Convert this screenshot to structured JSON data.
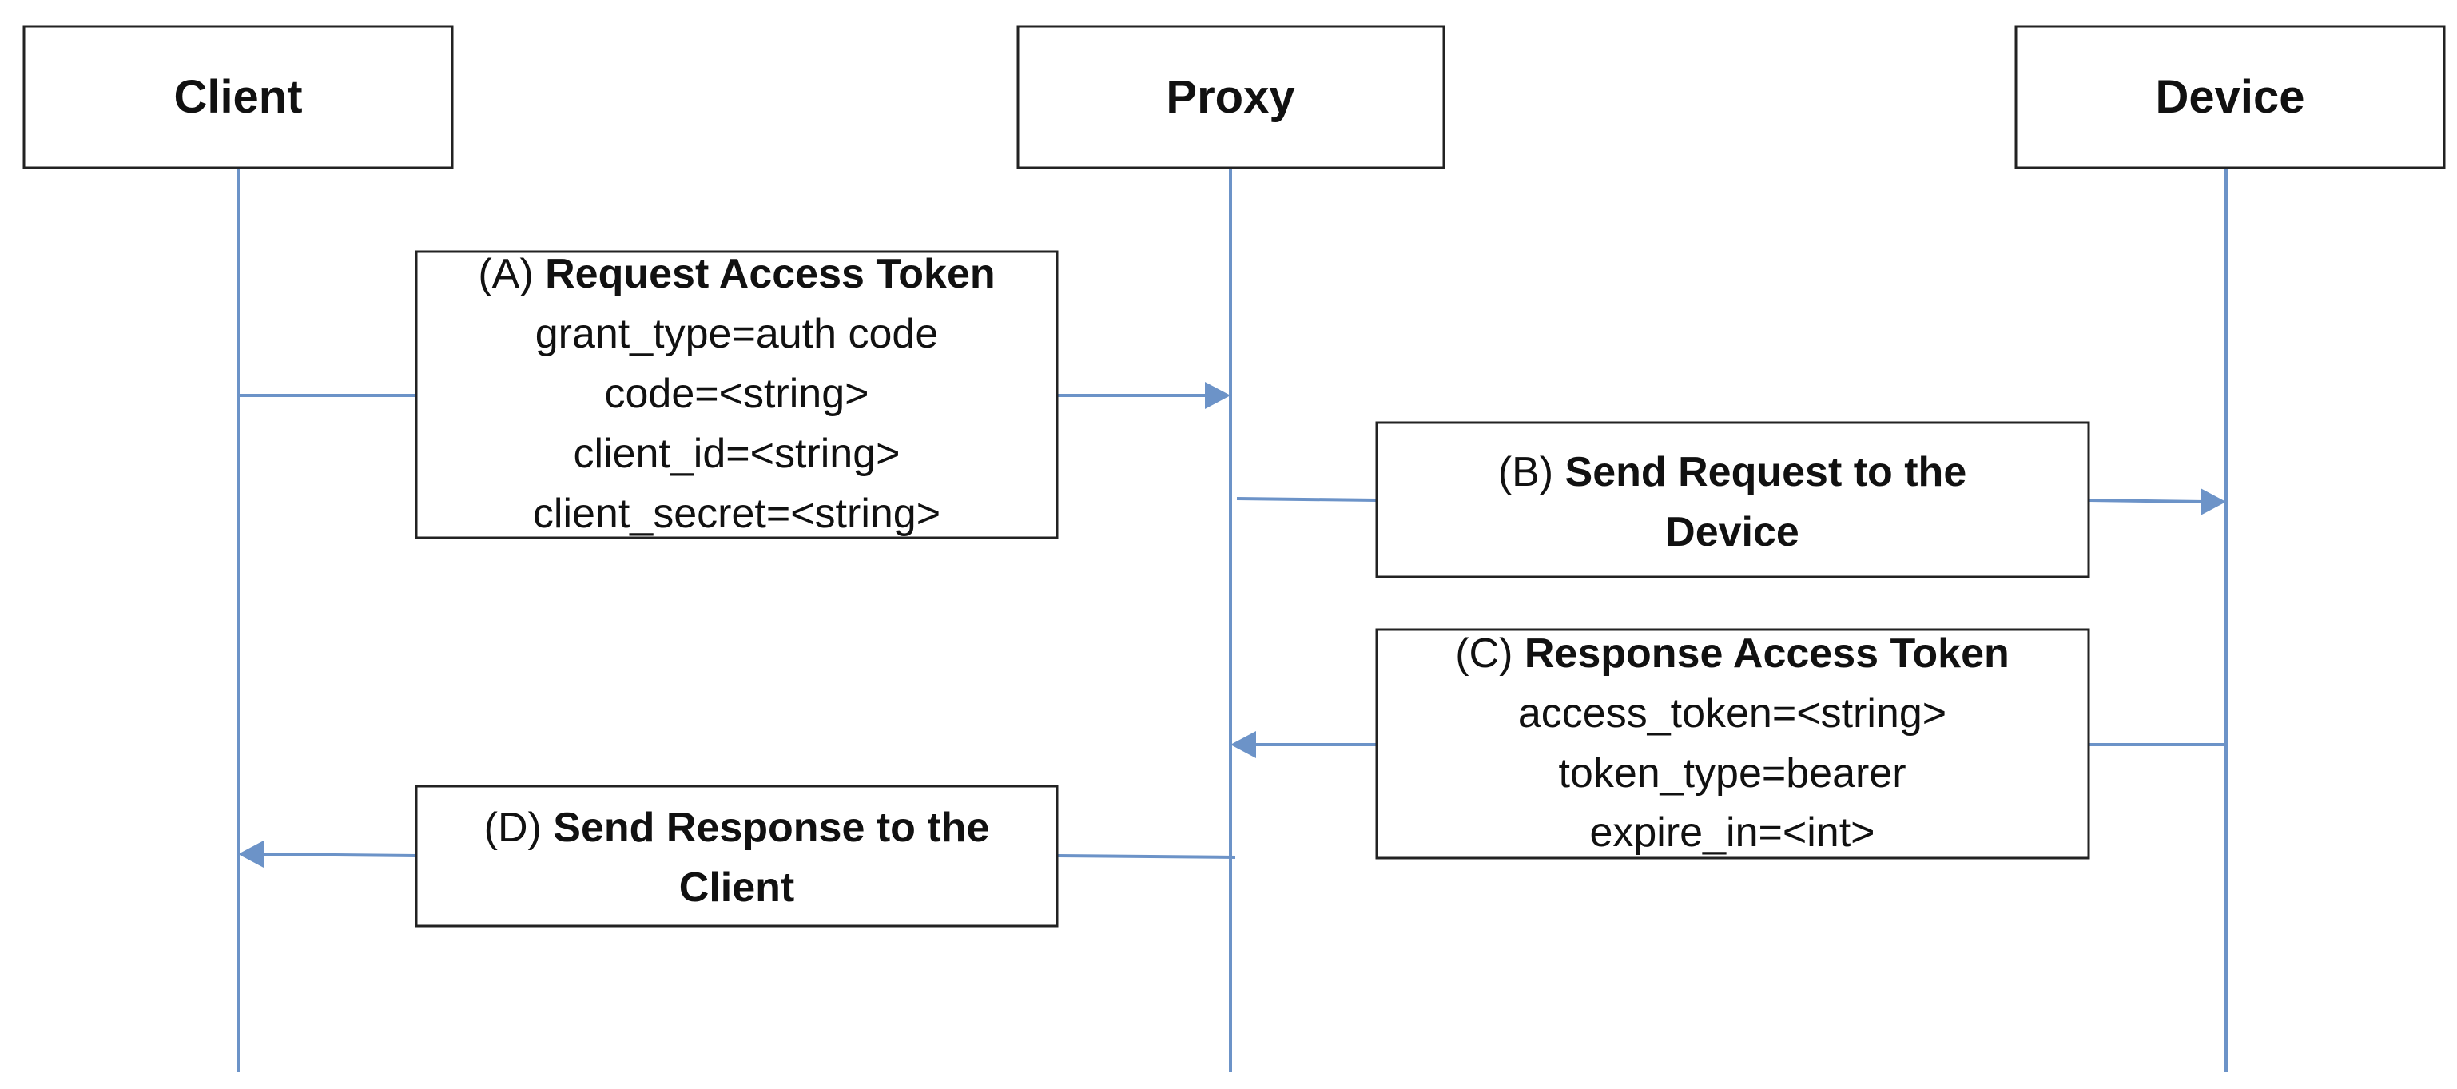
{
  "actors": {
    "client": "Client",
    "proxy": "Proxy",
    "device": "Device"
  },
  "messages": {
    "a": {
      "prefix": "(A)",
      "title": "Request Access Token",
      "params": [
        "grant_type=auth code",
        "code=<string>",
        "client_id=<string>",
        "client_secret=<string>"
      ]
    },
    "b": {
      "prefix": "(B)",
      "title_line1": "Send Request to the",
      "title_line2": "Device"
    },
    "c": {
      "prefix": "(C)",
      "title": "Response Access Token",
      "params": [
        "access_token=<string>",
        "token_type=bearer",
        "expire_in=<int>"
      ]
    },
    "d": {
      "prefix": "(D)",
      "title_line1": "Send Response to the",
      "title_line2": "Client"
    }
  },
  "colors": {
    "lifeline": "#6c93c8",
    "border": "#222222"
  }
}
